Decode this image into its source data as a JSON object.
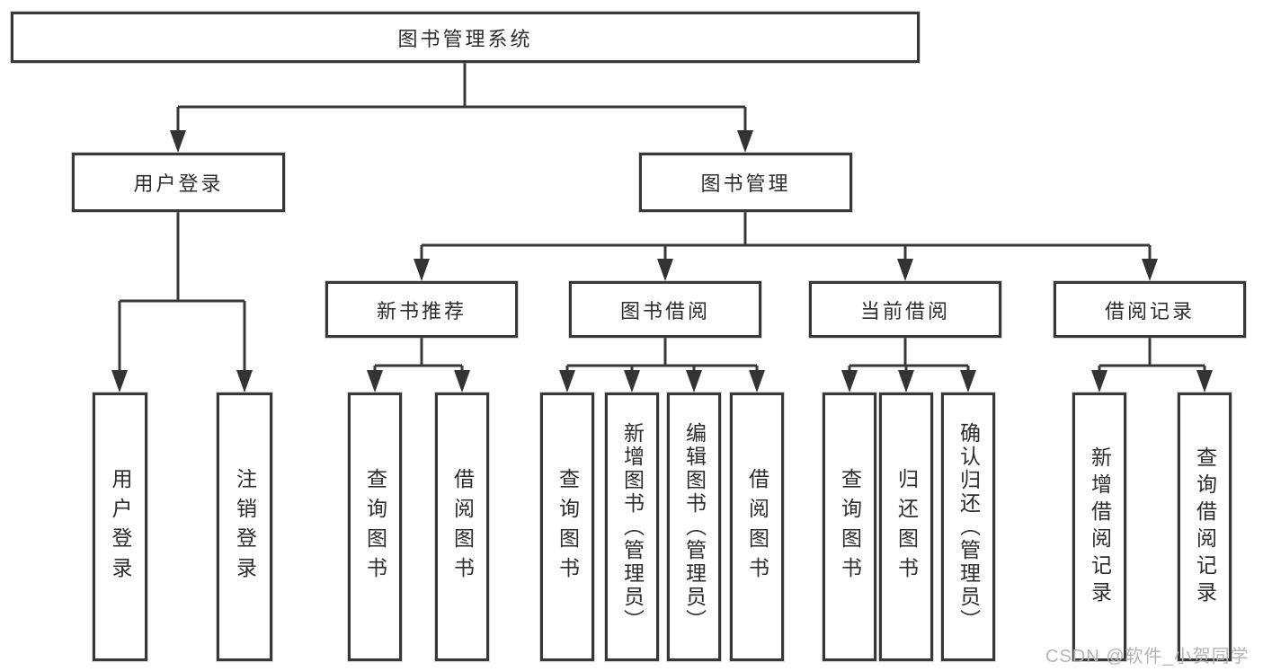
{
  "diagram": {
    "watermark": "CSDN @软件_小贺同学",
    "tree": {
      "label": "图书管理系统",
      "children": [
        {
          "label": "用户登录",
          "children": [
            {
              "label": "用户登录"
            },
            {
              "label": "注销登录"
            }
          ]
        },
        {
          "label": "图书管理",
          "children": [
            {
              "label": "新书推荐",
              "children": [
                {
                  "label": "查询图书"
                },
                {
                  "label": "借阅图书"
                }
              ]
            },
            {
              "label": "图书借阅",
              "children": [
                {
                  "label": "查询图书"
                },
                {
                  "label": "新增图书（管理员）"
                },
                {
                  "label": "编辑图书（管理员）"
                },
                {
                  "label": "借阅图书"
                }
              ]
            },
            {
              "label": "当前借阅",
              "children": [
                {
                  "label": "查询图书"
                },
                {
                  "label": "归还图书"
                },
                {
                  "label": "确认归还（管理员）"
                }
              ]
            },
            {
              "label": "借阅记录",
              "children": [
                {
                  "label": "新增借阅记录"
                },
                {
                  "label": "查询借阅记录"
                }
              ]
            }
          ]
        }
      ]
    }
  }
}
